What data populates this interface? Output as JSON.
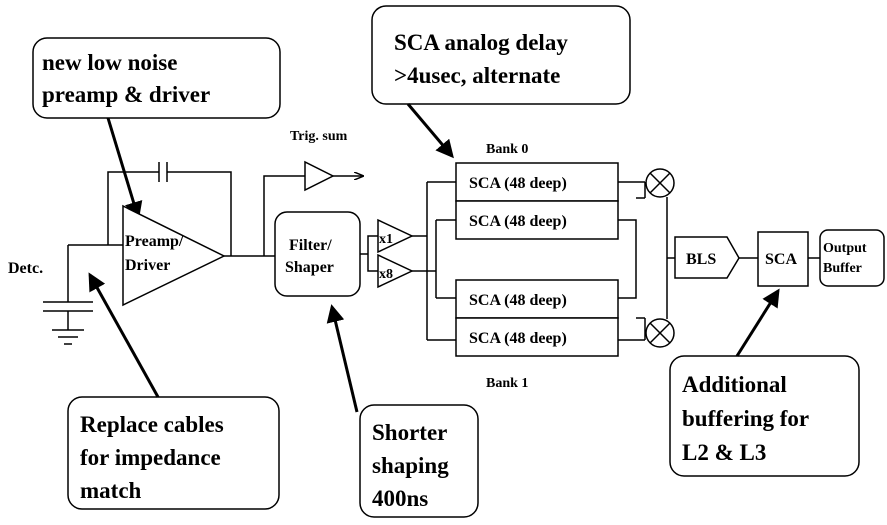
{
  "callouts": {
    "preamp": [
      "new low noise",
      "preamp & driver"
    ],
    "sca_delay": [
      "SCA analog delay",
      ">4usec, alternate"
    ],
    "cables": [
      "Replace cables",
      "for impedance",
      "match"
    ],
    "shaping": [
      "Shorter",
      "shaping",
      "400ns"
    ],
    "buffering": [
      "Additional",
      "buffering for",
      "L2 & L3"
    ]
  },
  "blocks": {
    "detector": "Detc.",
    "preamp": [
      "Preamp/",
      "Driver"
    ],
    "filter": [
      "Filter/",
      "Shaper"
    ],
    "trig_sum": "Trig. sum",
    "gain_x1": "x1",
    "gain_x8": "x8",
    "bank0": "Bank 0",
    "bank1": "Bank 1",
    "sca_cells": [
      "SCA (48 deep)",
      "SCA (48 deep)",
      "SCA (48 deep)",
      "SCA (48 deep)"
    ],
    "bls": "BLS",
    "sca_out": "SCA",
    "output_buffer": [
      "Output",
      "Buffer"
    ]
  }
}
